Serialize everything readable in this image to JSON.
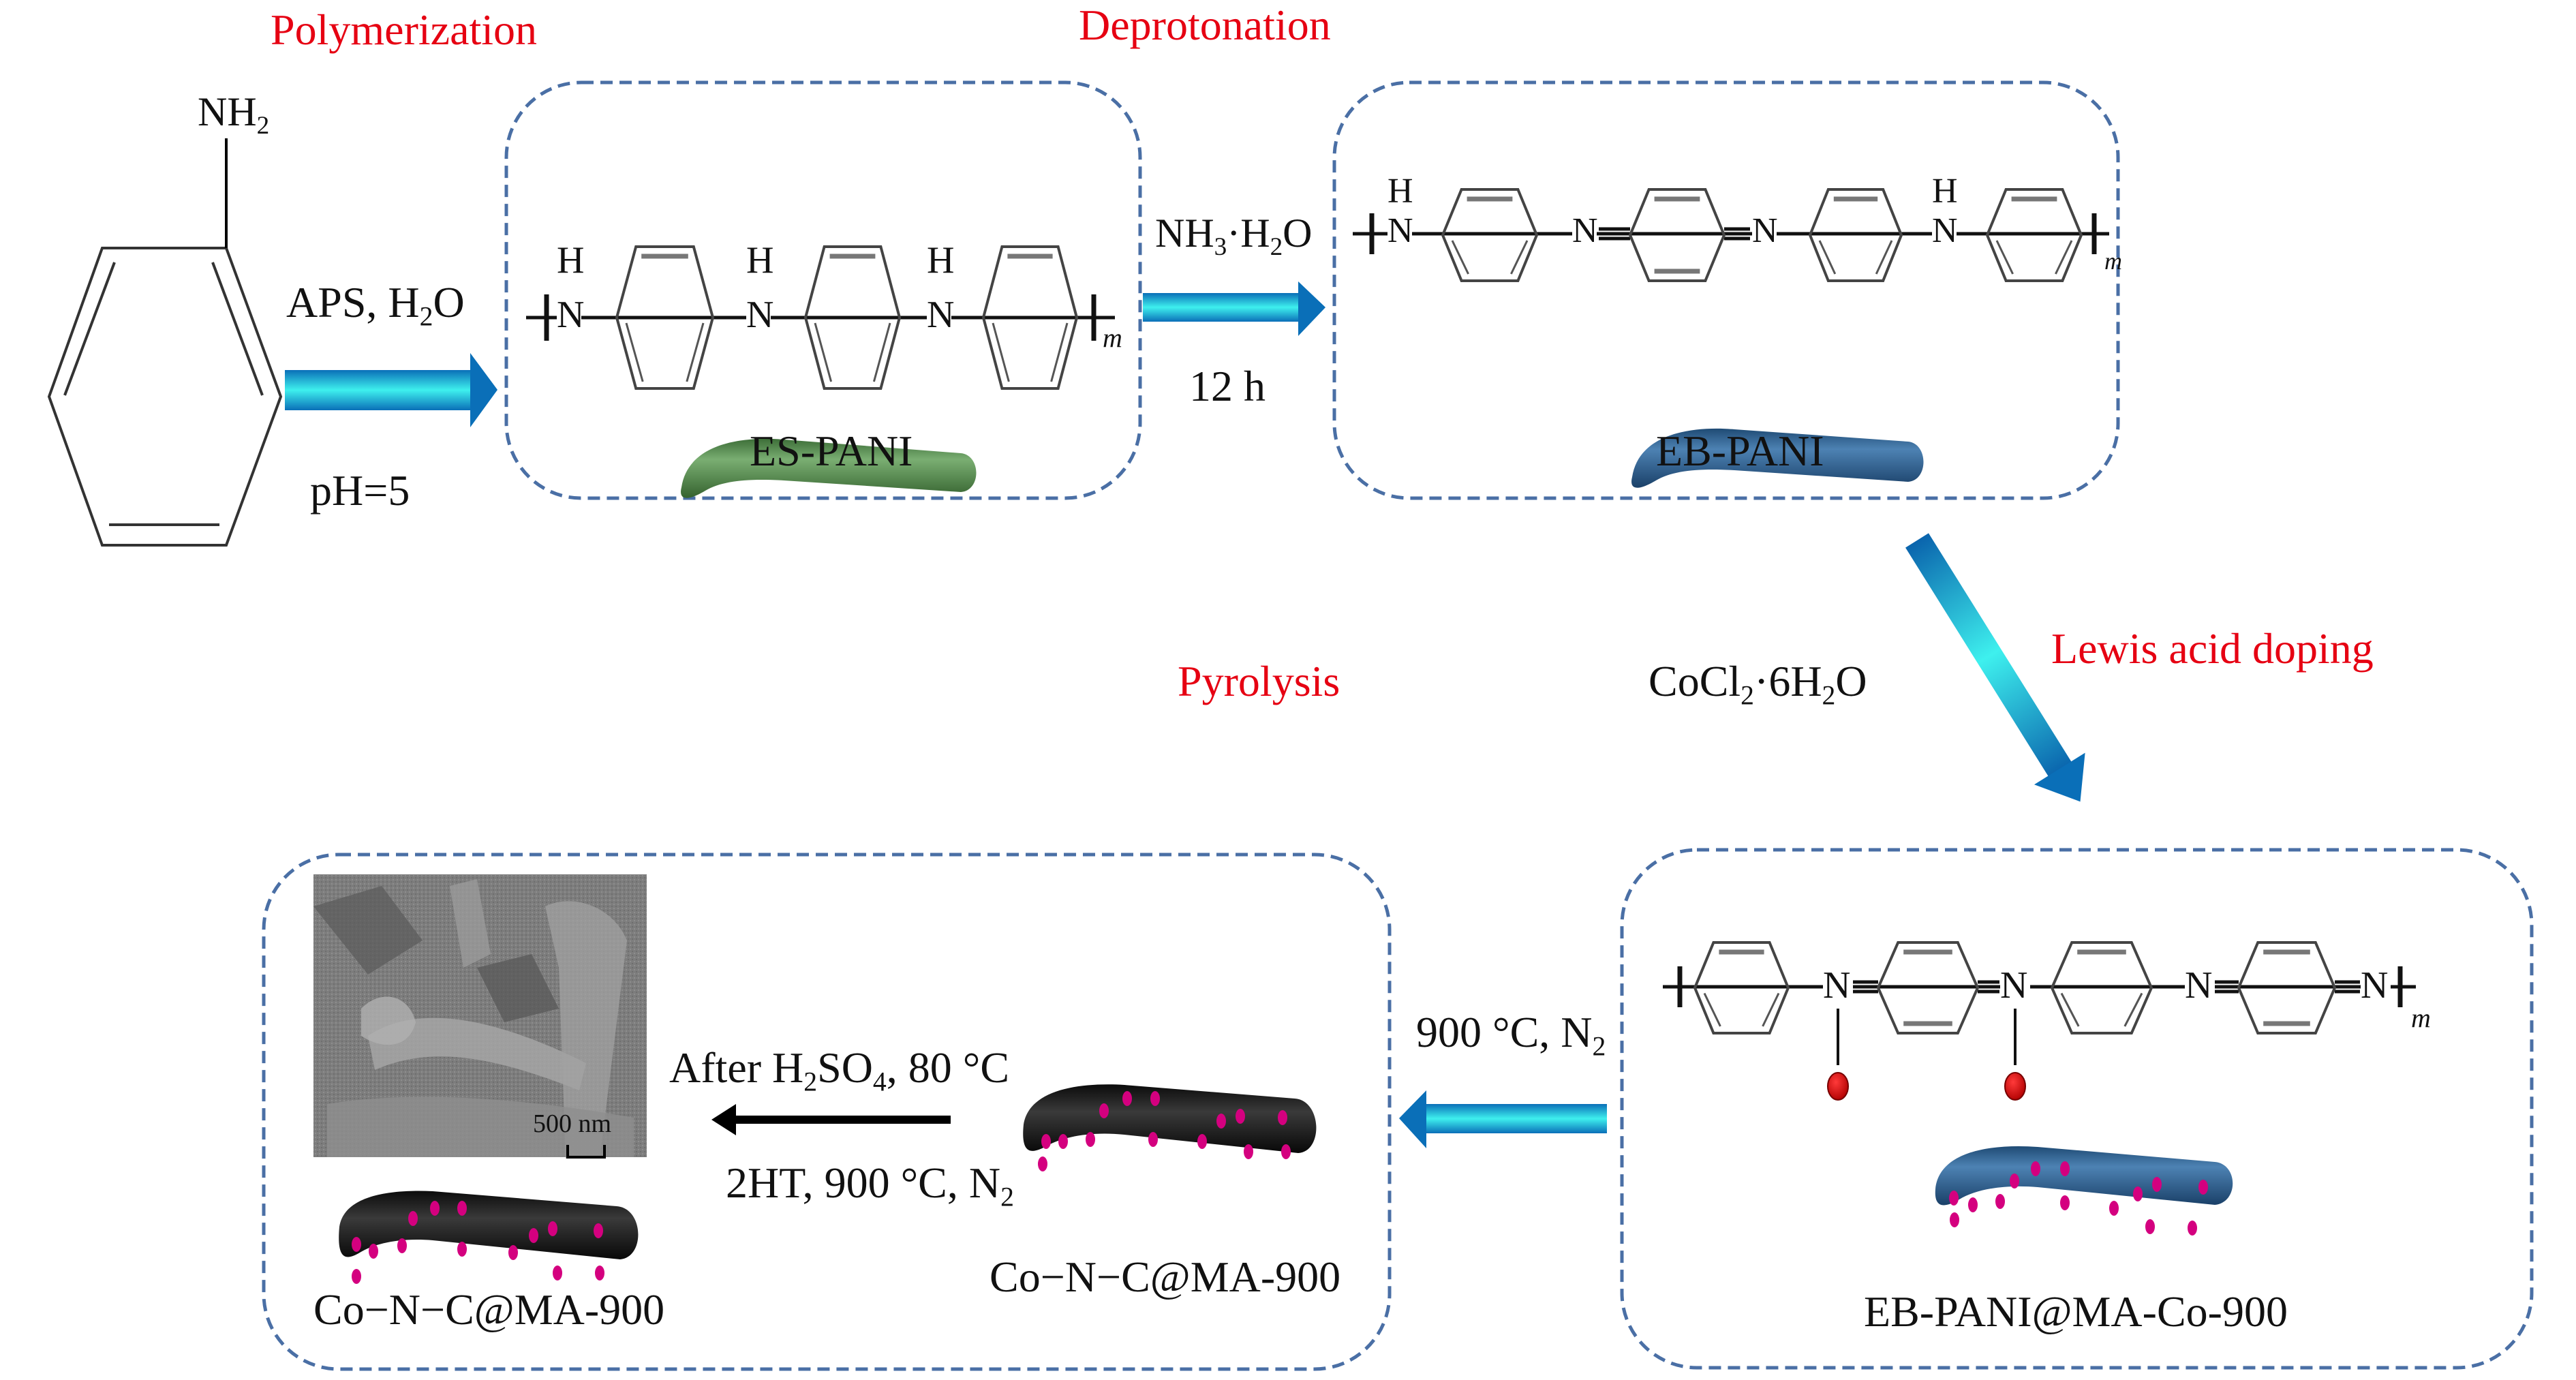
{
  "steps": {
    "polymerization": "Polymerization",
    "deprotonation": "Deprotonation",
    "lewis_acid_doping": "Lewis acid doping",
    "pyrolysis": "Pyrolysis"
  },
  "monomer": {
    "name": "aniline",
    "substituent_main": "NH",
    "substituent_sub": "2"
  },
  "reaction_conditions": {
    "polymerization_top_a": "APS, H",
    "polymerization_top_sub": "2",
    "polymerization_top_b": "O",
    "polymerization_bottom": "pH=5",
    "deprotonation_top_a": "NH",
    "deprotonation_top_sub1": "3",
    "deprotonation_top_b": "·H",
    "deprotonation_top_sub2": "2",
    "deprotonation_top_c": "O",
    "deprotonation_bottom": "12 h",
    "doping_a": "CoCl",
    "doping_sub1": "2",
    "doping_b": "·6H",
    "doping_sub2": "2",
    "doping_c": "O",
    "pyrolysis_a": "900 °C, N",
    "pyrolysis_sub": "2",
    "acid_top_a": "After H",
    "acid_top_sub1": "2",
    "acid_top_b": "SO",
    "acid_top_sub2": "4",
    "acid_top_c": ", 80 °C",
    "acid_bottom_a": "2HT, 900 °C, N",
    "acid_bottom_sub": "2"
  },
  "products": {
    "es_pani": "ES-PANI",
    "eb_pani": "EB-PANI",
    "eb_pani_co": "EB-PANI@MA-Co-900",
    "co_n_c_right": "Co−N−C@MA-900",
    "co_n_c_left": "Co−N−C@MA-900"
  },
  "structure_labels": {
    "N": "N",
    "H": "H",
    "repeat": "m"
  },
  "sem": {
    "scale_bar_label": "500 nm"
  },
  "colors": {
    "step_label": "#e60012",
    "box_border": "#4a6fa5",
    "arrow_dark": "#0a6fb8",
    "arrow_light": "#3ef0ee",
    "es_pani_rod": "#4f8a4a",
    "eb_pani_rod": "#2e5f8f",
    "carbon_rod": "#1a1a1a",
    "co_dots": "#d4007f",
    "metal_ion": "#e00000"
  }
}
